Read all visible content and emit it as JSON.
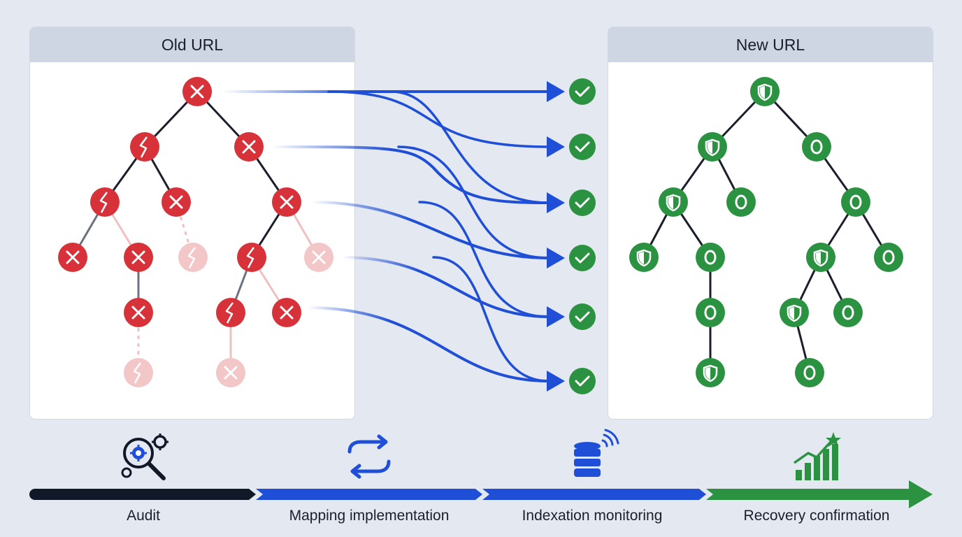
{
  "panels": {
    "old_title": "Old URL",
    "new_title": "New URL"
  },
  "timeline": {
    "steps": [
      {
        "label": "Audit",
        "icon": "magnifier-gears-icon"
      },
      {
        "label": "Mapping implementation",
        "icon": "sync-arrows-icon"
      },
      {
        "label": "Indexation monitoring",
        "icon": "database-signal-icon"
      },
      {
        "label": "Recovery confirmation",
        "icon": "growth-chart-star-icon"
      }
    ]
  },
  "colors": {
    "broken": "#d7323a",
    "broken_faded": "#f1c4c6",
    "healthy": "#2a9240",
    "redirect": "#1f4fd6",
    "timeline_dark": "#111827"
  }
}
